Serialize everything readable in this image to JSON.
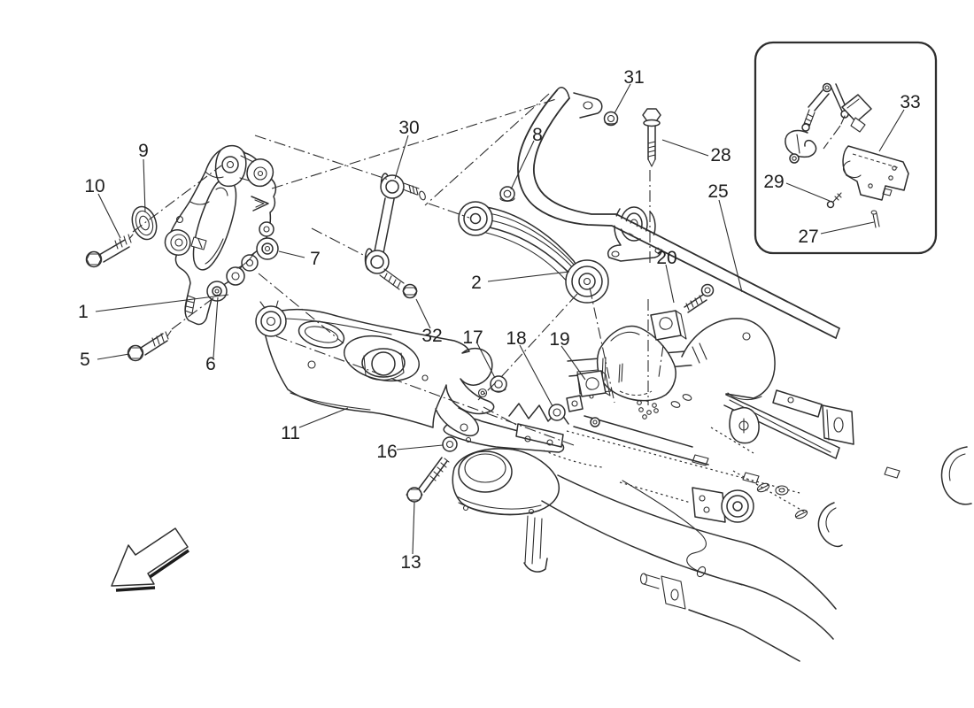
{
  "fig": {
    "type": "exploded-parts-diagram",
    "subject": "rear suspension assembly technical line drawing",
    "background_color": "#ffffff",
    "line_color": "#2e2e2e",
    "label_color": "#1e1e1e",
    "callouts": {
      "1": "1",
      "2": "2",
      "5": "5",
      "6": "6",
      "7": "7",
      "8": "8",
      "9": "9",
      "10": "10",
      "11": "11",
      "13": "13",
      "16": "16",
      "17": "17",
      "18": "18",
      "19": "19",
      "20": "20",
      "25": "25",
      "27": "27",
      "28": "28",
      "29": "29",
      "30": "30",
      "31": "31",
      "32": "32",
      "33": "33"
    }
  }
}
